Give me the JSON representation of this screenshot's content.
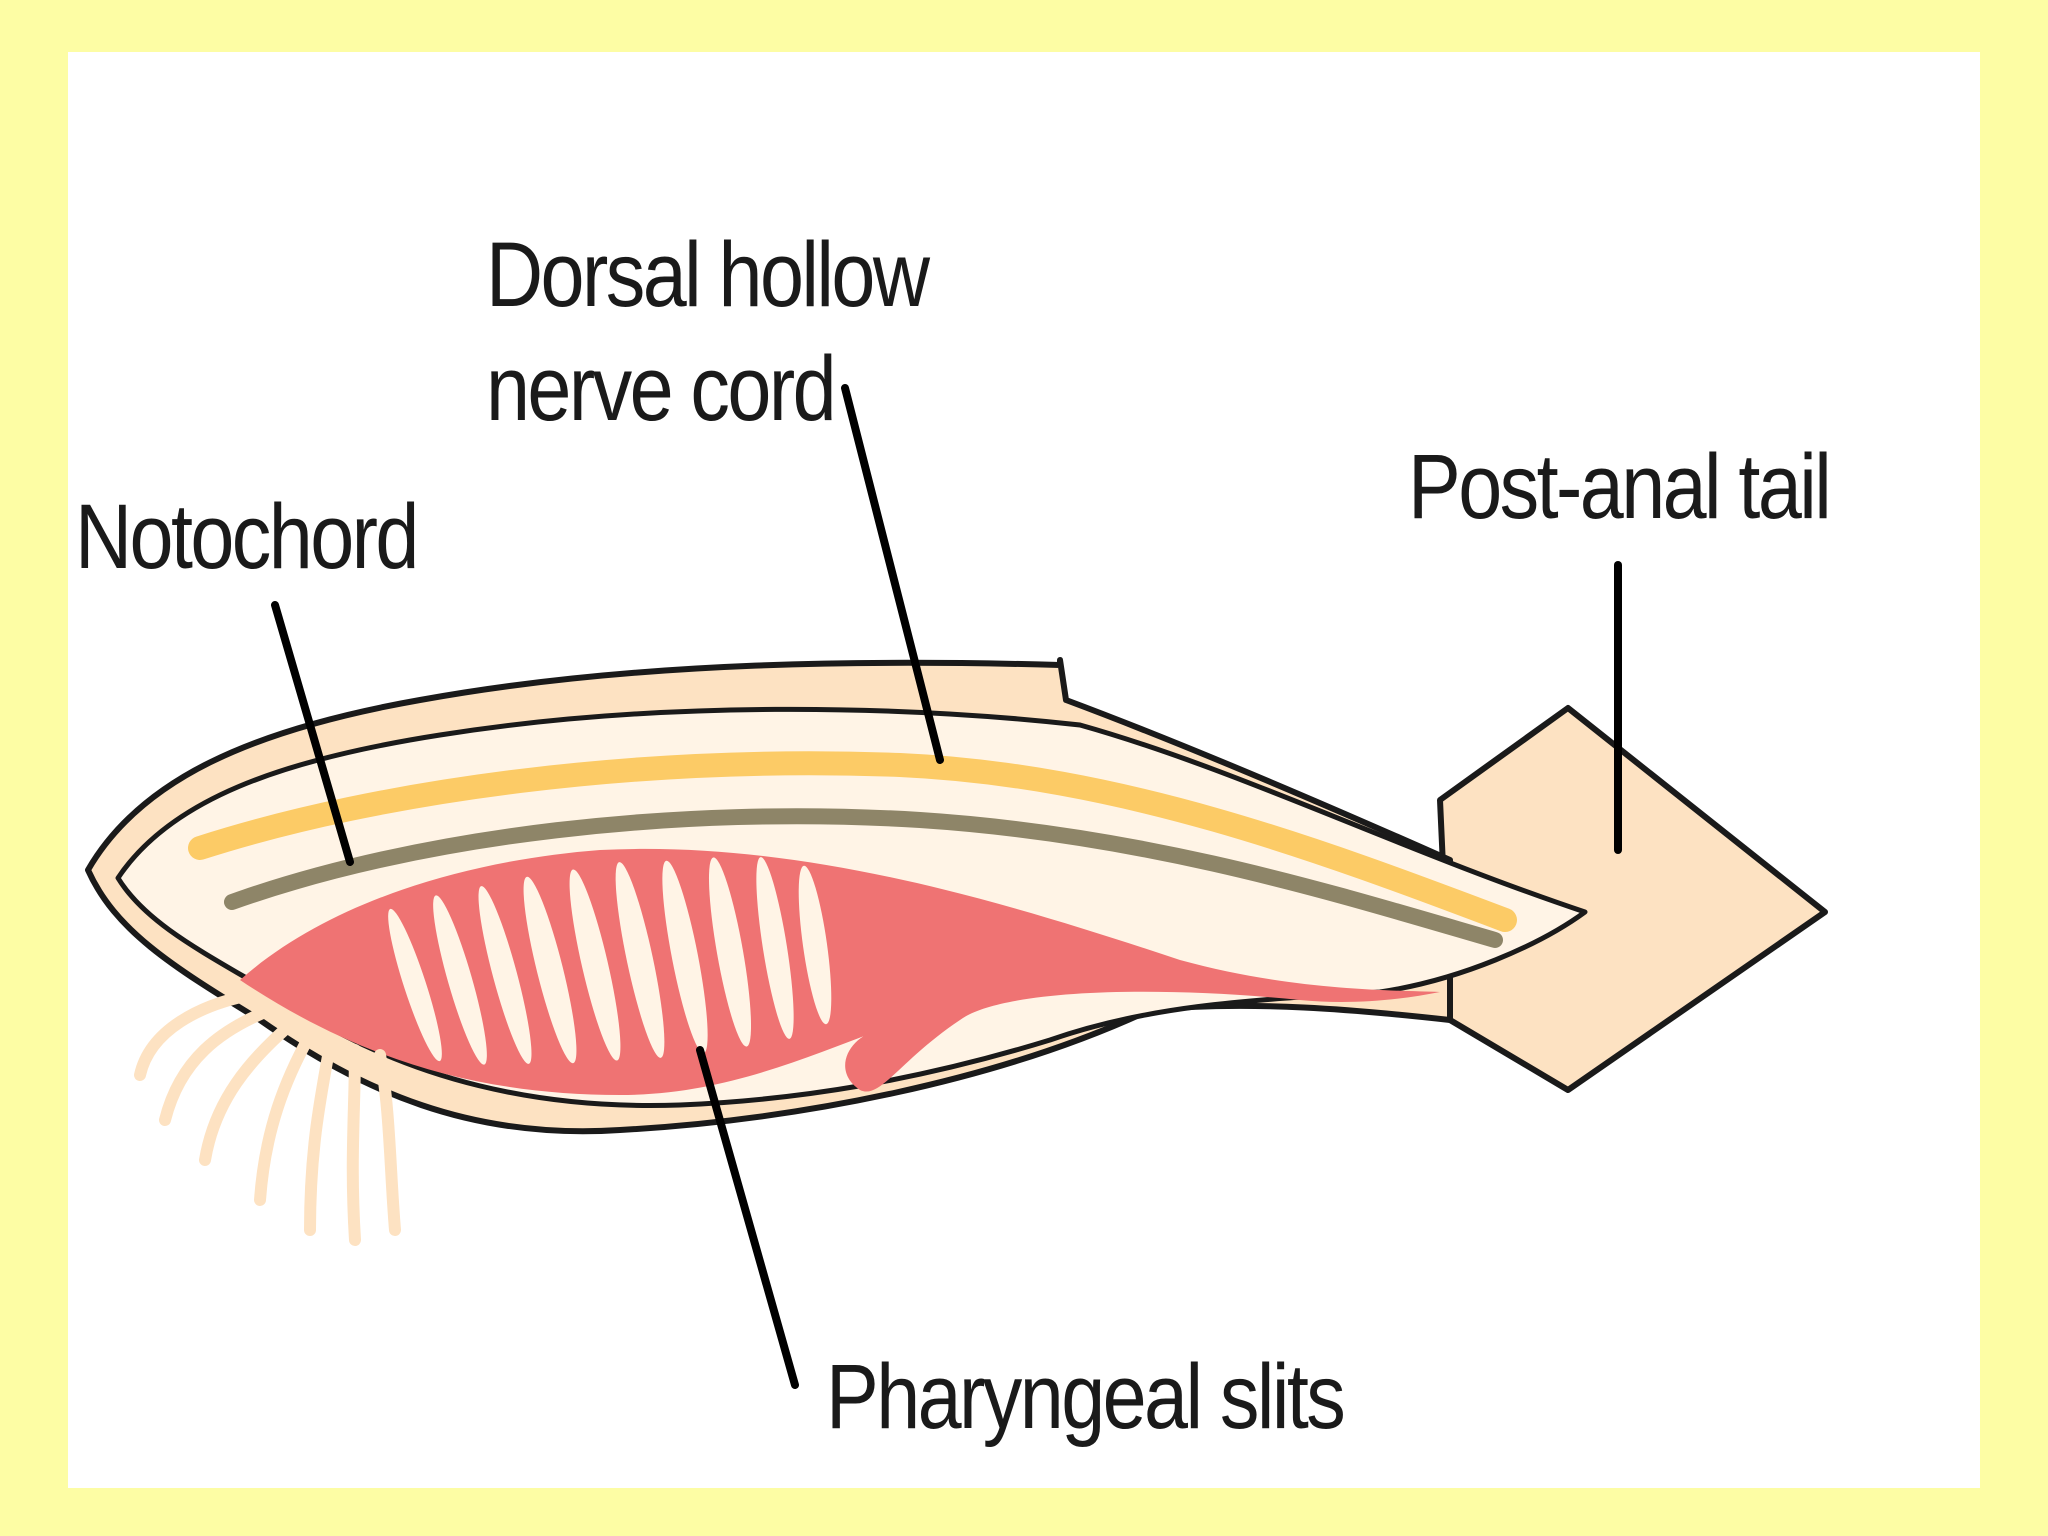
{
  "labels": {
    "dorsal_nerve_cord": [
      "Dorsal hollow",
      "nerve cord"
    ],
    "notochord": "Notochord",
    "post_anal_tail": "Post-anal tail",
    "pharyngeal_slits": "Pharyngeal slits"
  },
  "colors": {
    "background": "#fdfda4",
    "panel": "#ffffff",
    "body_fill": "#fde2c2",
    "body_inner": "#fff4e6",
    "nerve_cord": "#fccb66",
    "notochord": "#8e8568",
    "pharynx": "#ef7373",
    "outline": "#1a1a1a"
  }
}
